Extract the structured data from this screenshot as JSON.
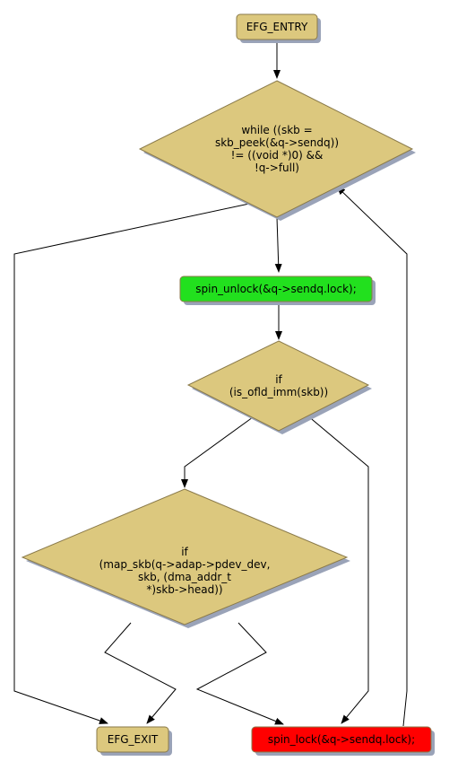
{
  "nodes": {
    "entry": {
      "lines": [
        "EFG_ENTRY"
      ],
      "fill": "#dcc87e"
    },
    "while_cond": {
      "lines": [
        "while ((skb =",
        "skb_peek(&q->sendq))",
        "!= ((void *)0) &&",
        "!q->full)"
      ],
      "fill": "#dcc87e"
    },
    "unlock": {
      "lines": [
        "spin_unlock(&q->sendq.lock);"
      ],
      "fill": "#22e01e"
    },
    "if_ofld": {
      "lines": [
        "if",
        "(is_ofld_imm(skb))"
      ],
      "fill": "#dcc87e"
    },
    "if_map": {
      "lines": [
        "if",
        "(map_skb(q->adap->pdev_dev,",
        "skb, (dma_addr_t",
        "*)skb->head))"
      ],
      "fill": "#dcc87e"
    },
    "exit": {
      "lines": [
        "EFG_EXIT"
      ],
      "fill": "#dcc87e"
    },
    "lock": {
      "lines": [
        "spin_lock(&q->sendq.lock);"
      ],
      "fill": "#ff0000"
    }
  },
  "colors": {
    "shadow": "#9aa3b8",
    "edge": "#000000"
  }
}
